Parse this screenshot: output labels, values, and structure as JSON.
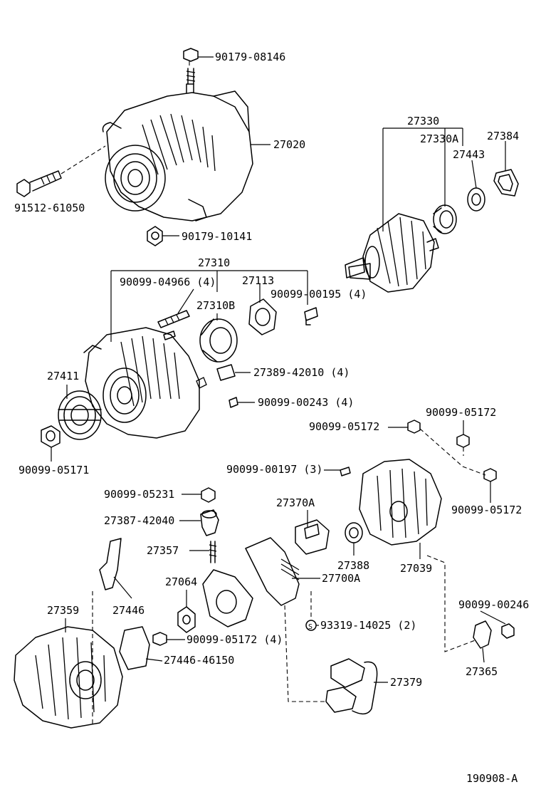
{
  "labels": {
    "p90179_08146": "90179-08146",
    "p27020": "27020",
    "p91512_61050": "91512-61050",
    "p90179_10141": "90179-10141",
    "p27330": "27330",
    "p27330A": "27330A",
    "p27384": "27384",
    "p27443": "27443",
    "p27310": "27310",
    "p90099_04966": "90099-04966 (4)",
    "p27113": "27113",
    "p90099_00195": "90099-00195 (4)",
    "p27310B": "27310B",
    "p27389_42010": "27389-42010 (4)",
    "p27411": "27411",
    "p90099_00243": "90099-00243 (4)",
    "p90099_05171": "90099-05171",
    "p90099_05172_a": "90099-05172",
    "p90099_05172_b": "90099-05172",
    "p90099_05172_c": "90099-05172",
    "p90099_00197": "90099-00197 (3)",
    "p90099_05231": "90099-05231",
    "p27370A": "27370A",
    "p27387_42040": "27387-42040",
    "p27357": "27357",
    "p27388": "27388",
    "p27039": "27039",
    "p27700A": "27700A",
    "p27064": "27064",
    "p27359": "27359",
    "p27446": "27446",
    "p90099_00246": "90099-00246",
    "p93319_14025": "93319-14025 (2)",
    "p90099_05172_4": "90099-05172 (4)",
    "p27365": "27365",
    "p27446_46150": "27446-46150",
    "p27379": "27379"
  },
  "footer": {
    "code": "190908-A"
  }
}
